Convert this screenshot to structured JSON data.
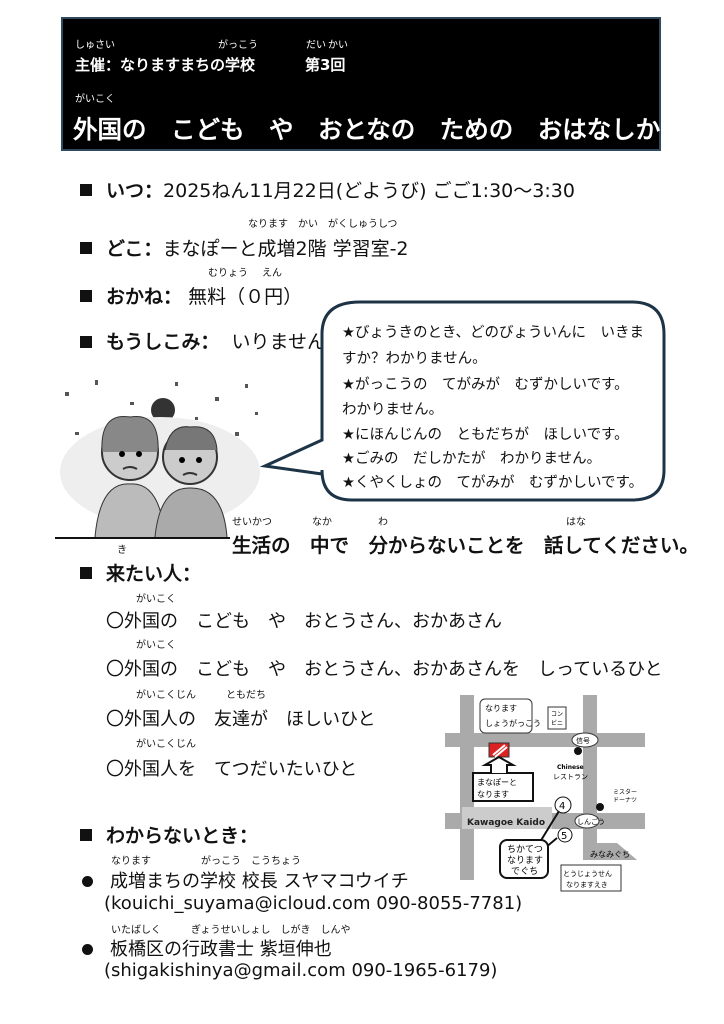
{
  "header": {
    "ruby_shusai": "しゅさい",
    "ruby_gakkou": "がっこう",
    "ruby_dai": "だい",
    "ruby_kai": "かい",
    "organizer": "主催：なりますまちの学校",
    "edition": "第3回",
    "ruby_gaikoku": "がいこく",
    "title": "外国の　こども　や　おとなの　ための　おはなしかい"
  },
  "info": {
    "when_label": "いつ：",
    "when_value": "2025ねん11月22日(どようび) ごご1:30～3:30",
    "where_ruby": "なります　かい　がくしゅうしつ",
    "where_label": "どこ：",
    "where_value": "まなぽーと成増2階 学習室-2",
    "money_ruby1": "むりょう",
    "money_ruby2": "えん",
    "money_label": "おかね：",
    "money_value": "無料（０円）",
    "apply_label": "もうしこみ：",
    "apply_value": "いりません"
  },
  "bubble": {
    "lines": [
      "★びょうきのとき、どのびょういんに　いきま",
      "すか？わかりません。",
      "★がっこうの　てがみが　むずかしいです。",
      "わかりません。",
      "★にほんじんの　ともだちが　ほしいです。",
      "★ごみの　だしかたが　わかりません。",
      "★くやくしょの　てがみが　むずかしいです。"
    ]
  },
  "message": {
    "ruby_seikatsu": "せいかつ",
    "ruby_naka": "なか",
    "ruby_wa": "わ",
    "ruby_hana": "はな",
    "ruby_ki": "き",
    "text": "生活の　中で　分からないことを　話してください。"
  },
  "who": {
    "label": "来たい人：",
    "items": [
      {
        "ruby": "がいこく",
        "text": "〇外国の　こども　や　おとうさん、おかあさん"
      },
      {
        "ruby": "がいこく",
        "text": "〇外国の　こども　や　おとうさん、おかあさんを　しっているひと"
      },
      {
        "ruby": "がいこくじん　　　ともだち",
        "text": "〇外国人の　友達が　ほしいひと"
      },
      {
        "ruby": "がいこくじん",
        "text": "〇外国人を　てつだいたいひと"
      }
    ]
  },
  "contact": {
    "label": "わからないとき：",
    "people": [
      {
        "ruby": "なります　　　　　がっこう　こうちょう",
        "name": "成増まちの学校 校長 スヤマコウイチ",
        "detail": "(kouichi_suyama@icloud.com 090-8055-7781)"
      },
      {
        "ruby": "いたばしく　　　ぎょうせいしょし　しがき　しんや",
        "name": "板橋区の行政書士 紫垣伸也",
        "detail": "(shigakishinya@gmail.com 090-1965-6179)"
      }
    ]
  },
  "map": {
    "school1": "なります",
    "school2": "しょうがっこう",
    "konbini1": "コン",
    "konbini2": "ビニ",
    "signal": "信号",
    "chinese1": "Chinese",
    "chinese2": "レストラン",
    "manapo1": "まなぽーと",
    "manapo2": "なります",
    "mister1": "ミスター",
    "mister2": "ドーナツ",
    "road": "Kawagoe Kaido",
    "exit4": "4",
    "exit5": "5",
    "shingou": "しんごう",
    "subway1": "ちかてつ",
    "subway2": "なります",
    "subway3": "でぐち",
    "minami": "みなみぐち",
    "tojo1": "とうじょうせん",
    "tojo2": "なりますえき"
  }
}
